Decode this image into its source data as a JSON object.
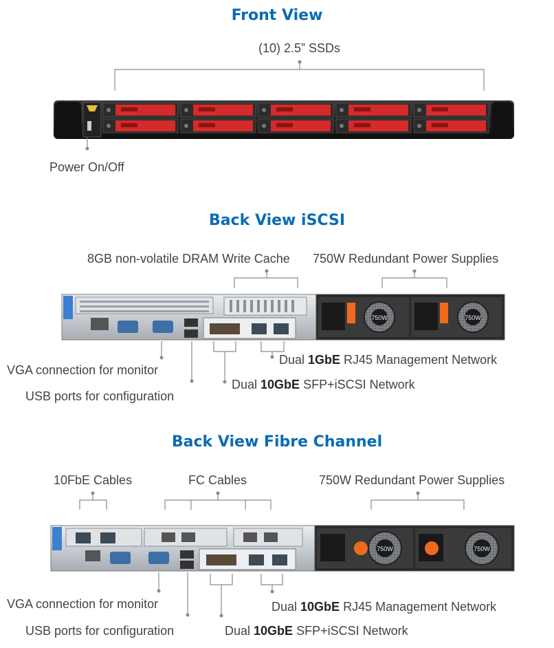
{
  "front": {
    "title": "Front View",
    "ssd_label": "(10) 2.5” SSDs",
    "power_label": "Power On/Off"
  },
  "iscsi": {
    "title": "Back View iSCSI",
    "cache_label": "8GB non-volatile DRAM Write Cache",
    "psu_label": "750W Redundant Power Supplies",
    "mgmt_pre": "Dual ",
    "mgmt_bold": "1GbE",
    "mgmt_post": " RJ45 Management Network",
    "vga_label": "VGA connection for monitor",
    "sfp_pre": "Dual ",
    "sfp_bold": "10GbE",
    "sfp_post": " SFP+iSCSI Network",
    "usb_label": "USB ports for configuration",
    "psu_badge": "750W"
  },
  "fc": {
    "title": "Back View Fibre Channel",
    "fbe_label": "10FbE Cables",
    "fc_label": "FC Cables",
    "psu_label": "750W Redundant Power Supplies",
    "vga_label": "VGA connection for monitor",
    "mgmt_pre": "Dual ",
    "mgmt_bold": "10GbE",
    "mgmt_post": " RJ45 Management Network",
    "usb_label": "USB ports for configuration",
    "sfp_pre": "Dual ",
    "sfp_bold": "10GbE",
    "sfp_post": " SFP+iSCSI Network",
    "psu_badge": "750W"
  },
  "colors": {
    "title": "#0a6cb3",
    "drive_red": "#d42a2a",
    "chassis": "#1c1c1c",
    "psu_orange": "#f06a1e",
    "leader": "#8a8a8a"
  }
}
